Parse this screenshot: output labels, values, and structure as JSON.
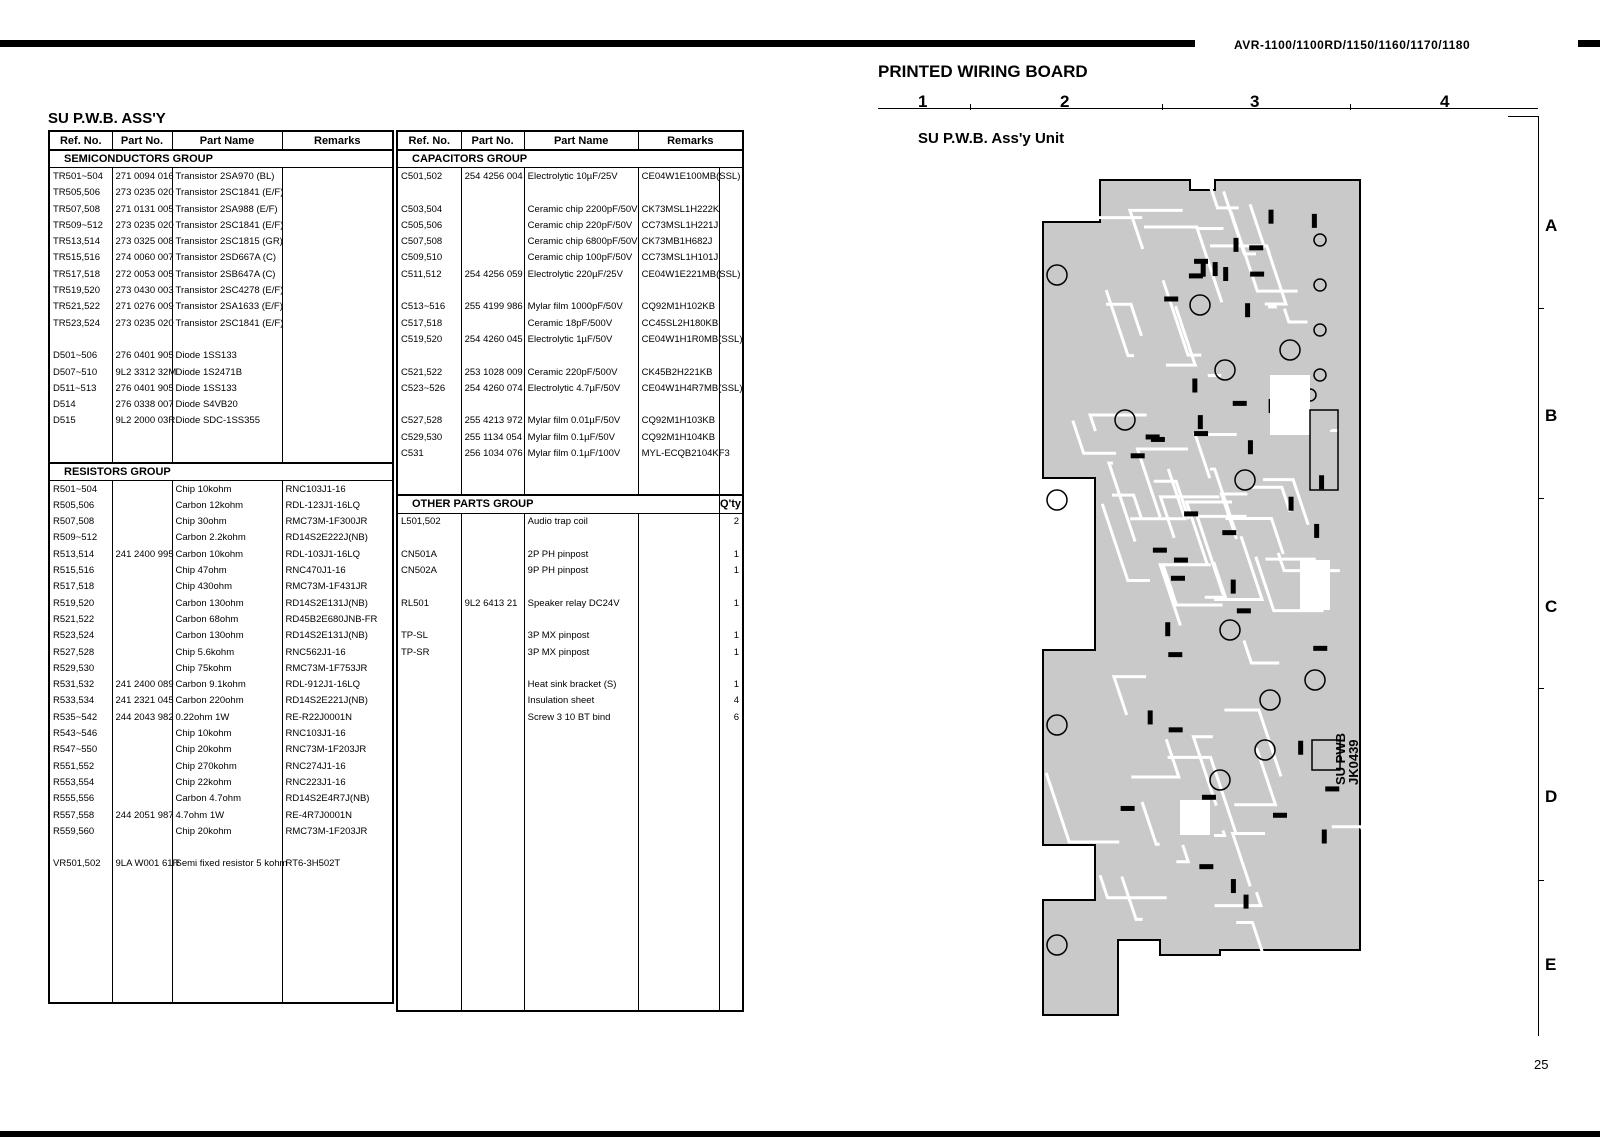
{
  "header": {
    "model": "AVR-1100/1100RD/1150/1160/1170/1180",
    "page_number": "25"
  },
  "left_table": {
    "title": "SU P.W.B. ASS'Y",
    "headers": [
      "Ref. No.",
      "Part No.",
      "Part Name",
      "Remarks"
    ],
    "groups": [
      {
        "name": "SEMICONDUCTORS GROUP",
        "rows": [
          [
            "TR501~504",
            "271 0094 016",
            "Transistor 2SA970 (BL)",
            ""
          ],
          [
            "TR505,506",
            "273 0235 020",
            "Transistor 2SC1841 (E/F)",
            ""
          ],
          [
            "TR507,508",
            "271 0131 005",
            "Transistor 2SA988 (E/F)",
            ""
          ],
          [
            "TR509~512",
            "273 0235 020",
            "Transistor 2SC1841 (E/F)",
            ""
          ],
          [
            "TR513,514",
            "273 0325 008",
            "Transistor 2SC1815 (GR)",
            ""
          ],
          [
            "TR515,516",
            "274 0060 007",
            "Transistor 2SD667A (C)",
            ""
          ],
          [
            "TR517,518",
            "272 0053 005",
            "Transistor 2SB647A (C)",
            ""
          ],
          [
            "TR519,520",
            "273 0430 003",
            "Transistor 2SC4278 (E/F)",
            ""
          ],
          [
            "TR521,522",
            "271 0276 009",
            "Transistor 2SA1633 (E/F)",
            ""
          ],
          [
            "TR523,524",
            "273 0235 020",
            "Transistor 2SC1841 (E/F)",
            ""
          ],
          [
            "",
            "",
            "",
            ""
          ],
          [
            "D501~506",
            "276 0401 905",
            "Diode 1SS133",
            ""
          ],
          [
            "D507~510",
            "9L2 3312 32M",
            "Diode 1S2471B",
            ""
          ],
          [
            "D511~513",
            "276 0401 905",
            "Diode 1SS133",
            ""
          ],
          [
            "D514",
            "276 0338 007",
            "Diode S4VB20",
            ""
          ],
          [
            "D515",
            "9L2 2000 03R",
            "Diode SDC-1SS355",
            ""
          ],
          [
            "",
            "",
            "",
            ""
          ],
          [
            "",
            "",
            "",
            ""
          ]
        ]
      },
      {
        "name": "RESISTORS GROUP",
        "rows": [
          [
            "R501~504",
            "",
            "Chip 10kohm",
            "RNC103J1-16"
          ],
          [
            "R505,506",
            "",
            "Carbon 12kohm",
            "RDL-123J1-16LQ"
          ],
          [
            "R507,508",
            "",
            "Chip 30ohm",
            "RMC73M-1F300JR"
          ],
          [
            "R509~512",
            "",
            "Carbon 2.2kohm",
            "RD14S2E222J(NB)"
          ],
          [
            "R513,514",
            "241 2400 995",
            "Carbon 10kohm",
            "RDL-103J1-16LQ"
          ],
          [
            "R515,516",
            "",
            "Chip 47ohm",
            "RNC470J1-16"
          ],
          [
            "R517,518",
            "",
            "Chip 430ohm",
            "RMC73M-1F431JR"
          ],
          [
            "R519,520",
            "",
            "Carbon 130ohm",
            "RD14S2E131J(NB)"
          ],
          [
            "R521,522",
            "",
            "Carbon 68ohm",
            "RD45B2E680JNB-FR"
          ],
          [
            "R523,524",
            "",
            "Carbon 130ohm",
            "RD14S2E131J(NB)"
          ],
          [
            "R527,528",
            "",
            "Chip 5.6kohm",
            "RNC562J1-16"
          ],
          [
            "R529,530",
            "",
            "Chip 75kohm",
            "RMC73M-1F753JR"
          ],
          [
            "R531,532",
            "241 2400 089",
            "Carbon 9.1kohm",
            "RDL-912J1-16LQ"
          ],
          [
            "R533,534",
            "241 2321 045",
            "Carbon 220ohm",
            "RD14S2E221J(NB)"
          ],
          [
            "R535~542",
            "244 2043 982",
            "0.22ohm 1W",
            "RE-R22J0001N"
          ],
          [
            "R543~546",
            "",
            "Chip 10kohm",
            "RNC103J1-16"
          ],
          [
            "R547~550",
            "",
            "Chip 20kohm",
            "RNC73M-1F203JR"
          ],
          [
            "R551,552",
            "",
            "Chip 270kohm",
            "RNC274J1-16"
          ],
          [
            "R553,554",
            "",
            "Chip 22kohm",
            "RNC223J1-16"
          ],
          [
            "R555,556",
            "",
            "Carbon 4.7ohm",
            "RD14S2E4R7J(NB)"
          ],
          [
            "R557,558",
            "244 2051 987",
            "4.7ohm 1W",
            "RE-4R7J0001N"
          ],
          [
            "R559,560",
            "",
            "Chip 20kohm",
            "RMC73M-1F203JR"
          ],
          [
            "",
            "",
            "",
            ""
          ],
          [
            "VR501,502",
            "9LA W001 61R",
            "Semi fixed resistor 5 kohm",
            "RT6-3H502T"
          ]
        ]
      }
    ]
  },
  "right_table": {
    "headers": [
      "Ref. No.",
      "Part No.",
      "Part Name",
      "Remarks"
    ],
    "capacitors": {
      "name": "CAPACITORS GROUP",
      "rows": [
        [
          "C501,502",
          "254 4256 004",
          "Electrolytic 10µF/25V",
          "CE04W1E100MB(SSL)"
        ],
        [
          "",
          "",
          "",
          ""
        ],
        [
          "C503,504",
          "",
          "Ceramic chip 2200pF/50V",
          "CK73MSL1H222K"
        ],
        [
          "C505,506",
          "",
          "Ceramic chip 220pF/50V",
          "CC73MSL1H221J"
        ],
        [
          "C507,508",
          "",
          "Ceramic chip 6800pF/50V",
          "CK73MB1H682J"
        ],
        [
          "C509,510",
          "",
          "Ceramic chip 100pF/50V",
          "CC73MSL1H101J"
        ],
        [
          "C511,512",
          "254 4256 059",
          "Electrolytic 220µF/25V",
          "CE04W1E221MB(SSL)"
        ],
        [
          "",
          "",
          "",
          ""
        ],
        [
          "C513~516",
          "255 4199 986",
          "Mylar film 1000pF/50V",
          "CQ92M1H102KB"
        ],
        [
          "C517,518",
          "",
          "Ceramic 18pF/500V",
          "CC45SL2H180KB"
        ],
        [
          "C519,520",
          "254 4260 045",
          "Electrolytic 1µF/50V",
          "CE04W1H1R0MB(SSL)"
        ],
        [
          "",
          "",
          "",
          ""
        ],
        [
          "C521,522",
          "253 1028 009",
          "Ceramic 220pF/500V",
          "CK45B2H221KB"
        ],
        [
          "C523~526",
          "254 4260 074",
          "Electrolytic 4.7µF/50V",
          "CE04W1H4R7MB(SSL)"
        ],
        [
          "",
          "",
          "",
          ""
        ],
        [
          "C527,528",
          "255 4213 972",
          "Mylar film 0.01µF/50V",
          "CQ92M1H103KB"
        ],
        [
          "C529,530",
          "255 1134 054",
          "Mylar film 0.1µF/50V",
          "CQ92M1H104KB"
        ],
        [
          "C531",
          "256 1034 076",
          "Mylar film 0.1µF/100V",
          "MYL-ECQB2104KF3"
        ],
        [
          "",
          "",
          "",
          ""
        ],
        [
          "",
          "",
          "",
          ""
        ]
      ]
    },
    "other": {
      "name": "OTHER PARTS GROUP",
      "qty_header": "Q'ty",
      "rows": [
        [
          "L501,502",
          "",
          "Audio trap coil",
          "2"
        ],
        [
          "",
          "",
          "",
          ""
        ],
        [
          "CN501A",
          "",
          "2P PH pinpost",
          "1"
        ],
        [
          "CN502A",
          "",
          "9P PH pinpost",
          "1"
        ],
        [
          "",
          "",
          "",
          ""
        ],
        [
          "RL501",
          "9L2 6413 21",
          "Speaker relay DC24V",
          "1"
        ],
        [
          "",
          "",
          "",
          ""
        ],
        [
          "TP-SL",
          "",
          "3P MX pinpost",
          "1"
        ],
        [
          "TP-SR",
          "",
          "3P MX pinpost",
          "1"
        ],
        [
          "",
          "",
          "",
          ""
        ],
        [
          "",
          "",
          "Heat sink bracket (S)",
          "1"
        ],
        [
          "",
          "",
          "Insulation sheet",
          "4"
        ],
        [
          "",
          "",
          "Screw 3     10 BT bind",
          "6"
        ]
      ]
    }
  },
  "pwb": {
    "title": "PRINTED WIRING BOARD",
    "columns": [
      "1",
      "2",
      "3",
      "4"
    ],
    "rows": [
      "A",
      "B",
      "C",
      "D",
      "E"
    ],
    "subtitle": "SU P.W.B. Ass'y Unit",
    "board_marking_1": "SU PWB",
    "board_marking_2": "JK0439",
    "board_fill": "#c9c9c9",
    "trace_color": "#ffffff"
  }
}
